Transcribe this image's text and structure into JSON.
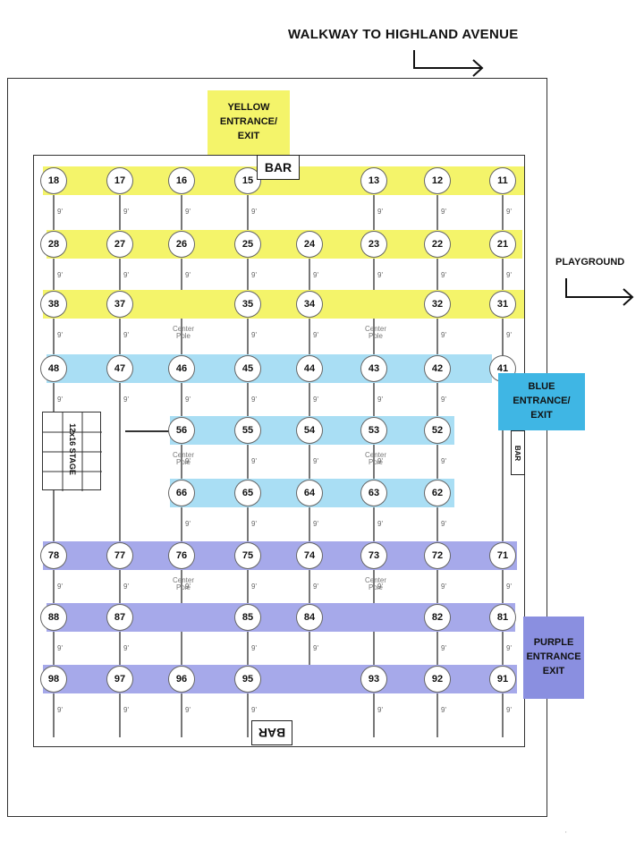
{
  "labels": {
    "walkway": "WALKWAY TO HIGHLAND AVENUE",
    "playground": "PLAYGROUND",
    "yellow_entrance": "YELLOW\nENTRANCE/\nEXIT",
    "blue_entrance": "BLUE\nENTRANCE/\nEXIT",
    "purple_entrance": "PURPLE\nENTRANCE\nEXIT",
    "bar_top": "BAR",
    "bar_bottom": "BAR",
    "bar_side": "BAR",
    "stage": "12x16 STAGE",
    "center_pole": "Center Pole",
    "spacing": "9'"
  },
  "colors": {
    "yellow": "#f4f46a",
    "blue": "#a9def4",
    "purple": "#a6a9ea"
  },
  "rows": [
    {
      "zone": "yellow",
      "tables": [
        {
          "num": "18",
          "col": 0
        },
        {
          "num": "17",
          "col": 1
        },
        {
          "num": "16",
          "col": 2
        },
        {
          "num": "15",
          "col": 3
        },
        {
          "num": "13",
          "col": 5
        },
        {
          "num": "12",
          "col": 6
        },
        {
          "num": "11",
          "col": 7
        }
      ]
    },
    {
      "zone": "yellow",
      "tables": [
        {
          "num": "28",
          "col": 0
        },
        {
          "num": "27",
          "col": 1
        },
        {
          "num": "26",
          "col": 2
        },
        {
          "num": "25",
          "col": 3
        },
        {
          "num": "24",
          "col": 4
        },
        {
          "num": "23",
          "col": 5
        },
        {
          "num": "22",
          "col": 6
        },
        {
          "num": "21",
          "col": 7
        }
      ]
    },
    {
      "zone": "yellow",
      "tables": [
        {
          "num": "38",
          "col": 0
        },
        {
          "num": "37",
          "col": 1
        },
        {
          "num": "35",
          "col": 3
        },
        {
          "num": "34",
          "col": 4
        },
        {
          "num": "32",
          "col": 6
        },
        {
          "num": "31",
          "col": 7
        }
      ]
    },
    {
      "zone": "blue",
      "tables": [
        {
          "num": "48",
          "col": 0
        },
        {
          "num": "47",
          "col": 1
        },
        {
          "num": "46",
          "col": 2
        },
        {
          "num": "45",
          "col": 3
        },
        {
          "num": "44",
          "col": 4
        },
        {
          "num": "43",
          "col": 5
        },
        {
          "num": "42",
          "col": 6
        },
        {
          "num": "41",
          "col": 7
        }
      ]
    },
    {
      "zone": "blue",
      "tables": [
        {
          "num": "56",
          "col": 2
        },
        {
          "num": "55",
          "col": 3
        },
        {
          "num": "54",
          "col": 4
        },
        {
          "num": "53",
          "col": 5
        },
        {
          "num": "52",
          "col": 6
        }
      ]
    },
    {
      "zone": "blue",
      "tables": [
        {
          "num": "66",
          "col": 2
        },
        {
          "num": "65",
          "col": 3
        },
        {
          "num": "64",
          "col": 4
        },
        {
          "num": "63",
          "col": 5
        },
        {
          "num": "62",
          "col": 6
        }
      ]
    },
    {
      "zone": "purple",
      "tables": [
        {
          "num": "78",
          "col": 0
        },
        {
          "num": "77",
          "col": 1
        },
        {
          "num": "76",
          "col": 2
        },
        {
          "num": "75",
          "col": 3
        },
        {
          "num": "74",
          "col": 4
        },
        {
          "num": "73",
          "col": 5
        },
        {
          "num": "72",
          "col": 6
        },
        {
          "num": "71",
          "col": 7
        }
      ]
    },
    {
      "zone": "purple",
      "tables": [
        {
          "num": "88",
          "col": 0
        },
        {
          "num": "87",
          "col": 1
        },
        {
          "num": "85",
          "col": 3
        },
        {
          "num": "84",
          "col": 4
        },
        {
          "num": "82",
          "col": 6
        },
        {
          "num": "81",
          "col": 7
        }
      ]
    },
    {
      "zone": "purple",
      "tables": [
        {
          "num": "98",
          "col": 0
        },
        {
          "num": "97",
          "col": 1
        },
        {
          "num": "96",
          "col": 2
        },
        {
          "num": "95",
          "col": 3
        },
        {
          "num": "93",
          "col": 5
        },
        {
          "num": "92",
          "col": 6
        },
        {
          "num": "91",
          "col": 7
        }
      ]
    }
  ],
  "center_poles": [
    {
      "row": 2,
      "col": 2
    },
    {
      "row": 2,
      "col": 5
    },
    {
      "row": 4,
      "col": 2
    },
    {
      "row": 4,
      "col": 5
    },
    {
      "row": 6,
      "col": 2
    },
    {
      "row": 6,
      "col": 5
    }
  ]
}
